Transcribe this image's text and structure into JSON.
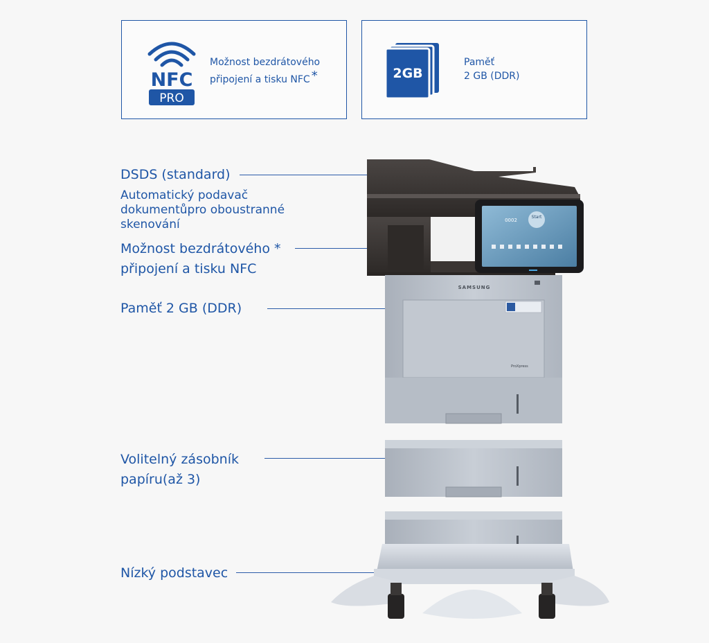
{
  "cards": {
    "nfc": {
      "logo_main": "NFC",
      "logo_sub": "PRO",
      "line1": "Možnost bezdrátového",
      "line2": "připojení a tisku NFC",
      "asterisk": "*"
    },
    "memory": {
      "logo": "2GB",
      "line1": "Paměť",
      "line2": "2 GB (DDR)"
    }
  },
  "callouts": {
    "dsds_title": "DSDS (standard)",
    "dsds_desc_1": "Automatický podavač",
    "dsds_desc_2": "dokumentůpro oboustranné",
    "dsds_desc_3": "skenování",
    "nfc_1": "Možnost bezdrátového  *",
    "nfc_2": "připojení a tisku NFC",
    "memory": "Paměť 2 GB (DDR)",
    "tray_1": "Volitelný zásobník",
    "tray_2": "papíru(až 3)",
    "stand": "Nízký podstavec"
  },
  "printer": {
    "brand": "SAMSUNG",
    "model": "ProXpress",
    "screen_counter": "0002",
    "screen_start": "Start"
  },
  "colors": {
    "accent": "#1f56a6",
    "body": "#b9c0c9",
    "scanner": "#3f3a37"
  }
}
